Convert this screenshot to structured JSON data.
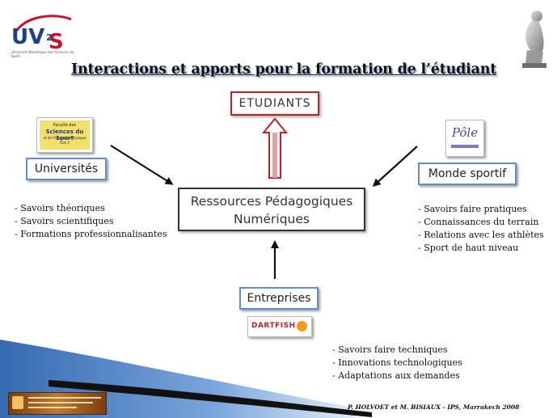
{
  "header": {
    "logo_text": "UV2S",
    "logo_sub": "Université Numérique des Sciences du Sport",
    "title": "Interactions et apports pour la formation de l’étudiant"
  },
  "nodes": {
    "etudiants": "ETUDIANTS",
    "center_line1": "Ressources Pédagogiques",
    "center_line2": "Numériques",
    "universites": "Universités",
    "monde_sportif": "Monde sportif",
    "entreprises": "Entreprises"
  },
  "logos": {
    "faculte_line1": "Faculté des",
    "faculte_line2": "Sciences du Sport",
    "faculte_line3": "et de l'Education Physique",
    "faculte_line4": "Lille 2",
    "pole_text": "Pôle",
    "dartfish_text": "DARTFISH"
  },
  "lists": {
    "universites": [
      "- Savoirs théoriques",
      "- Savoirs scientifiques",
      "- Formations professionnalisantes"
    ],
    "monde_sportif": [
      "- Savoirs faire pratiques",
      "- Connaissances du terrain",
      "- Relations avec les athlètes",
      "- Sport de haut niveau"
    ],
    "entreprises": [
      "- Savoirs faire techniques",
      "- Innovations technologiques",
      "- Adaptations aux demandes"
    ]
  },
  "footer": {
    "credit": "P. HOLVOET et M. BISIAUX - IPS, Marrakech 2008"
  },
  "colors": {
    "title_blue_shadow": "#9db3d6",
    "box_border_blue": "#5b8fd1",
    "etudiants_border_red": "#c0202a",
    "arrow_red": "#c0202a",
    "arrow_black": "#111111",
    "center_border": "#333333"
  }
}
